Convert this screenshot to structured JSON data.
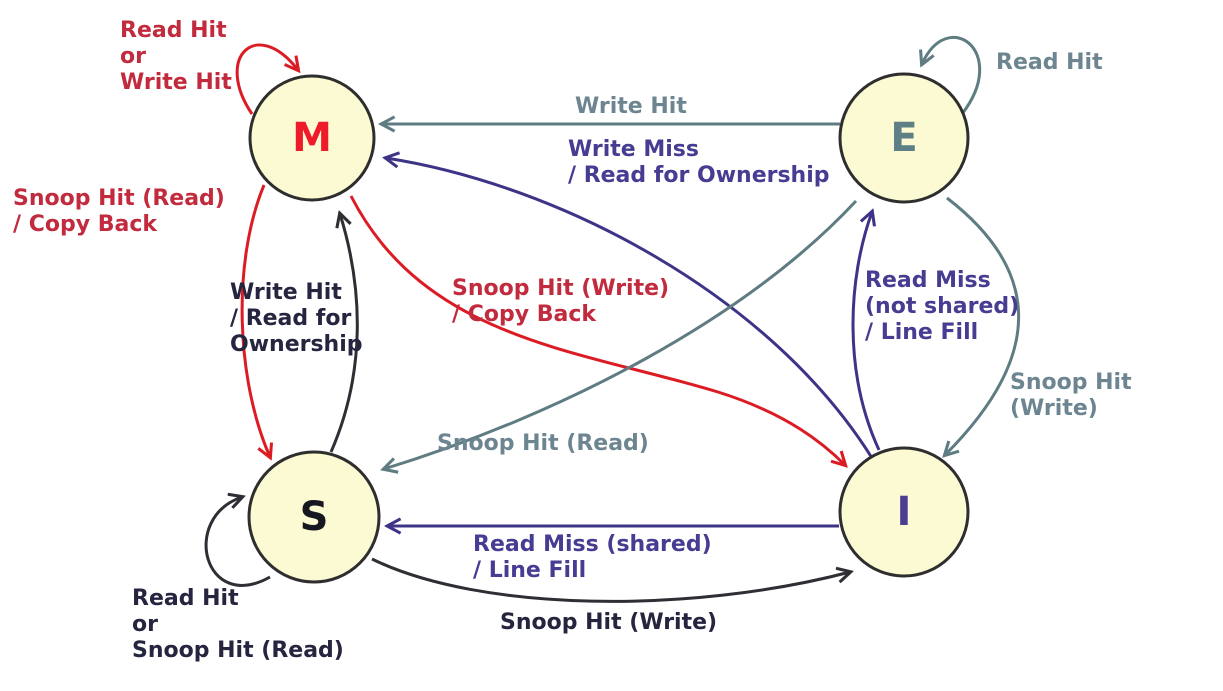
{
  "colors": {
    "node_fill": "#fbfad2",
    "node_border": "#2e2e2e",
    "red_arrow": "#dc1c24",
    "red_label": "#c22a3e",
    "gray_arrow": "#5e7c82",
    "gray_label": "#6c8590",
    "purple": "#3d3488",
    "dark_label": "#252540",
    "m_letter": "#ee1c2a",
    "e_letter": "#5e7f86",
    "s_letter": "#17171f",
    "i_letter": "#4b3e92"
  },
  "states": {
    "m": {
      "label": "M"
    },
    "e": {
      "label": "E"
    },
    "s": {
      "label": "S"
    },
    "i": {
      "label": "I"
    }
  },
  "transitions": {
    "m_self": {
      "from": "M",
      "to": "M",
      "event": "Read Hit\nor\nWrite Hit"
    },
    "e_self": {
      "from": "E",
      "to": "E",
      "event": "Read Hit"
    },
    "e_m": {
      "from": "E",
      "to": "M",
      "event": "Write Hit"
    },
    "i_m": {
      "from": "I",
      "to": "M",
      "event": "Write Miss\n/ Read for Ownership"
    },
    "m_s": {
      "from": "M",
      "to": "S",
      "event": "Snoop Hit (Read)\n/ Copy Back"
    },
    "s_m": {
      "from": "S",
      "to": "M",
      "event": "Write Hit\n/ Read for\nOwnership"
    },
    "m_i": {
      "from": "M",
      "to": "I",
      "event": "Snoop Hit (Write)\n/ Copy Back"
    },
    "e_s": {
      "from": "E",
      "to": "S",
      "event": "Snoop Hit (Read)"
    },
    "i_e": {
      "from": "I",
      "to": "E",
      "event": "Read Miss\n(not shared)\n/ Line Fill"
    },
    "e_i": {
      "from": "E",
      "to": "I",
      "event": "Snoop Hit (Write)"
    },
    "i_s": {
      "from": "I",
      "to": "S",
      "event": "Read Miss (shared)\n/ Line Fill"
    },
    "s_i": {
      "from": "S",
      "to": "I",
      "event": "Snoop Hit (Write)"
    },
    "s_self": {
      "from": "S",
      "to": "S",
      "event": "Read Hit\nor\nSnoop Hit (Read)"
    }
  }
}
